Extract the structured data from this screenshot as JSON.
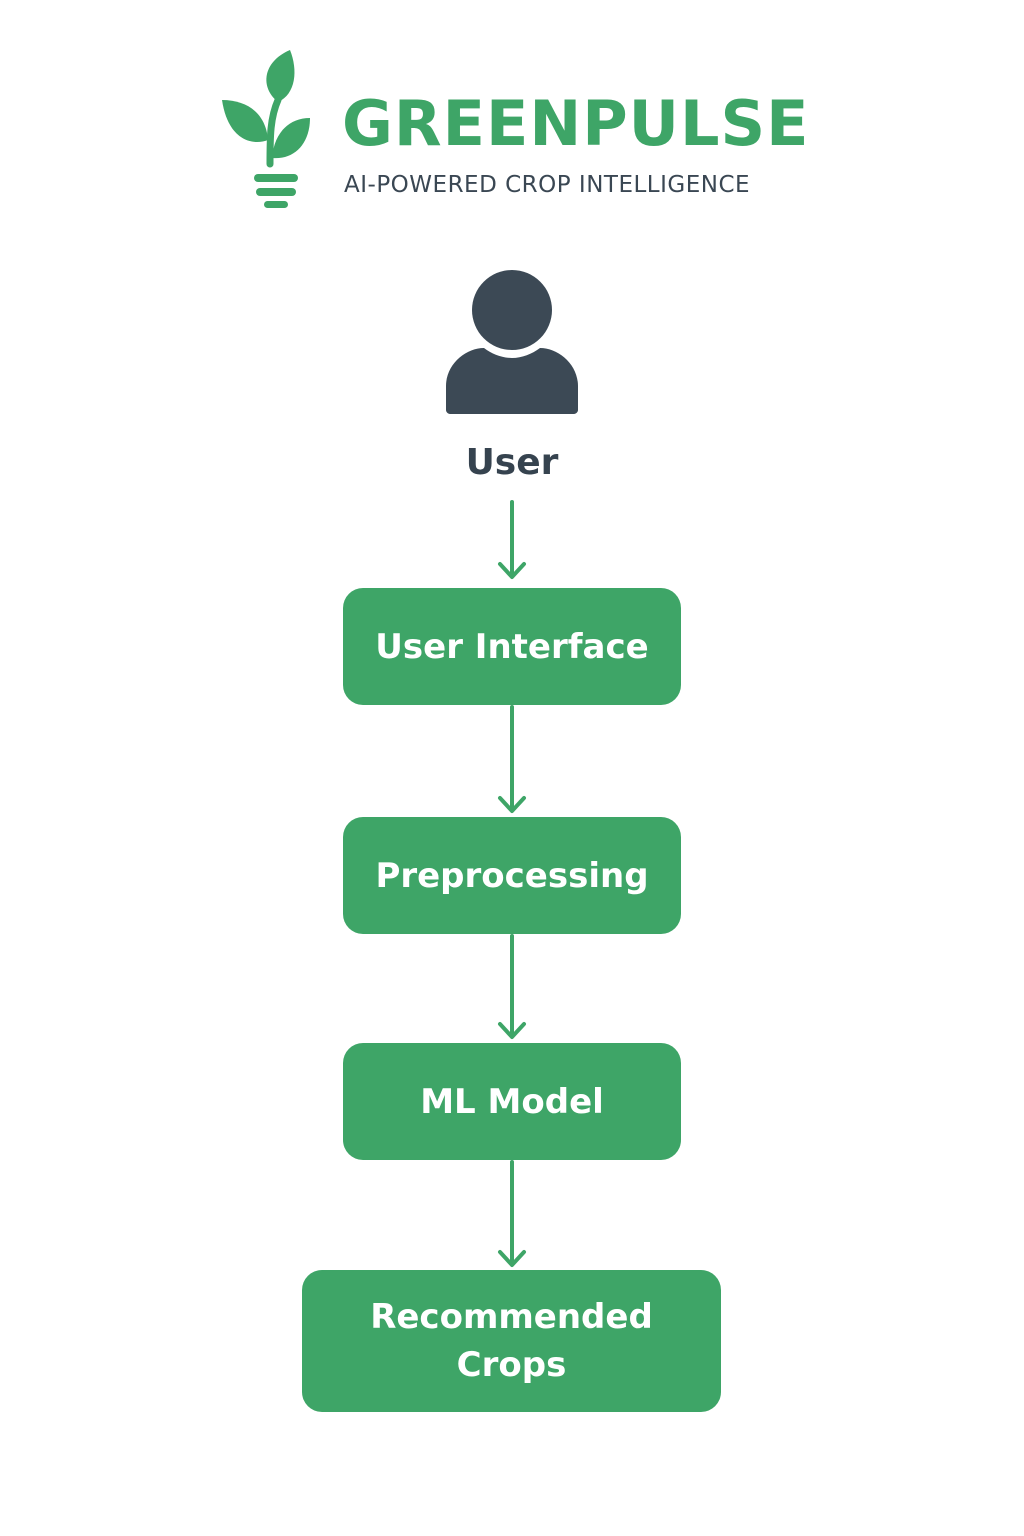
{
  "brand": {
    "name": "GREENPULSE",
    "tagline": "AI-POWERED CROP INTELLIGENCE",
    "logo_icon": "sprout-bulb-icon"
  },
  "colors": {
    "accent": "#3ea567",
    "dark": "#3a4753",
    "node_text": "#ffffff"
  },
  "actor": {
    "icon": "user-icon",
    "label": "User"
  },
  "flow": {
    "nodes": [
      {
        "label": "User Interface"
      },
      {
        "label": "Preprocessing"
      },
      {
        "label": "ML Model"
      },
      {
        "label": "Recommended Crops"
      }
    ]
  }
}
